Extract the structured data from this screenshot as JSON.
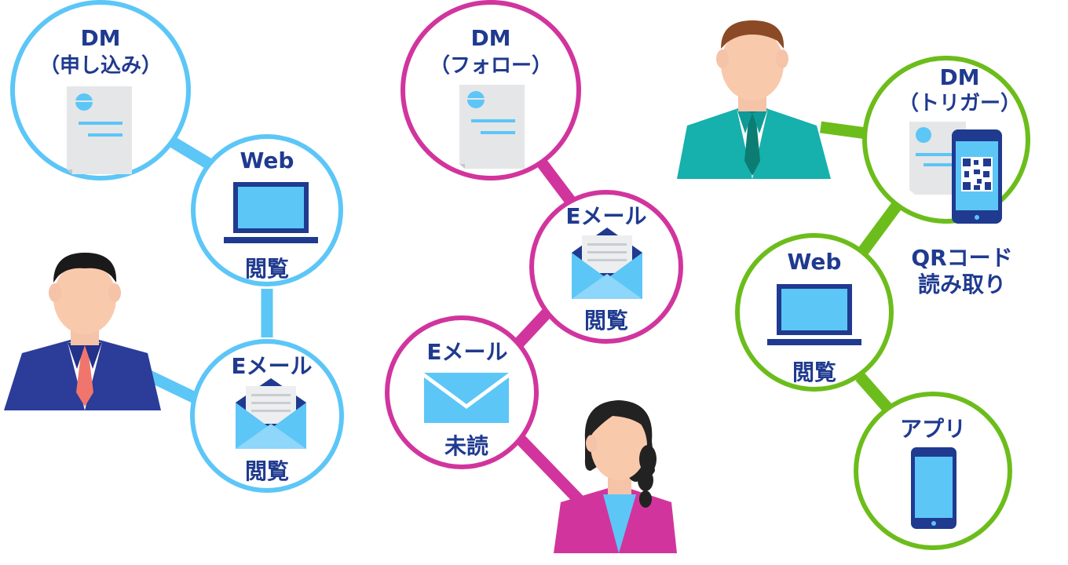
{
  "palette": {
    "blue": "#5cc6f7",
    "magenta": "#d1359d",
    "green": "#6cbd1b",
    "label": "#1f3a8f"
  },
  "left_journey": {
    "dm": {
      "line1": "DM",
      "line2": "（申し込み）",
      "icon": "document-icon"
    },
    "web": {
      "title": "Web",
      "status": "閲覧",
      "icon": "laptop-icon"
    },
    "email": {
      "title": "Eメール",
      "status": "閲覧",
      "icon": "open-envelope-icon"
    },
    "person": "man-dark-suit-icon"
  },
  "middle_journey": {
    "dm": {
      "line1": "DM",
      "line2": "（フォロー）",
      "icon": "document-icon"
    },
    "email_read": {
      "title": "Eメール",
      "status": "閲覧",
      "icon": "open-envelope-icon"
    },
    "email_unread": {
      "title": "Eメール",
      "status": "未読",
      "icon": "closed-envelope-icon"
    },
    "person": "woman-pink-jacket-icon"
  },
  "right_journey": {
    "dm": {
      "line1": "DM",
      "line2": "（トリガー）",
      "icon": "document-with-qr-phone-icon"
    },
    "qr_caption": {
      "line1": "QRコード",
      "line2": "読み取り"
    },
    "web": {
      "title": "Web",
      "status": "閲覧",
      "icon": "laptop-icon"
    },
    "app": {
      "title": "アプリ",
      "icon": "smartphone-icon"
    },
    "person": "man-teal-suit-icon"
  }
}
